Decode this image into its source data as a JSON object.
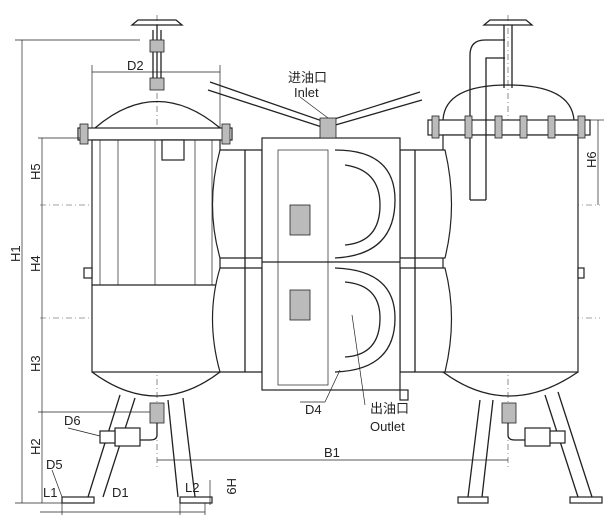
{
  "labels": {
    "d2": "D2",
    "inlet_cn": "进油口",
    "inlet_en": "Inlet",
    "outlet_cn": "出油口",
    "outlet_en": "Outlet",
    "h1": "H1",
    "h2": "H2",
    "h3": "H3",
    "h4": "H4",
    "h5": "H5",
    "h6": "H6",
    "h9": "H9",
    "d1": "D1",
    "d4": "D4",
    "d5": "D5",
    "d6": "D6",
    "l1": "L1",
    "l2": "L2",
    "b1": "B1"
  }
}
